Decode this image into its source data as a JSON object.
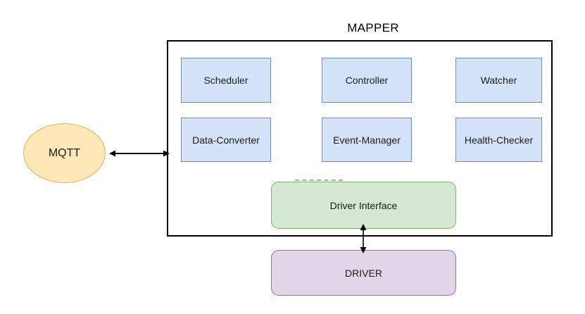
{
  "diagram": {
    "title": "MAPPER",
    "container": {
      "label": "MAPPER",
      "components": [
        {
          "label": "Scheduler",
          "row": 1,
          "col": 1
        },
        {
          "label": "Controller",
          "row": 1,
          "col": 2
        },
        {
          "label": "Watcher",
          "row": 1,
          "col": 3
        },
        {
          "label": "Data-Converter",
          "row": 2,
          "col": 1
        },
        {
          "label": "Event-Manager",
          "row": 2,
          "col": 2
        },
        {
          "label": "Health-Checker",
          "row": 2,
          "col": 3
        }
      ],
      "driver_interface": {
        "label": "Driver Interface"
      }
    },
    "external": {
      "mqtt": {
        "label": "MQTT"
      },
      "driver": {
        "label": "DRIVER"
      }
    },
    "connectors": [
      {
        "name": "mqtt-to-mapper",
        "type": "double-arrow",
        "orientation": "horizontal"
      },
      {
        "name": "driver-interface-to-driver",
        "type": "double-arrow",
        "orientation": "vertical"
      }
    ],
    "colors": {
      "component_fill": "#d4e3f9",
      "component_border": "#6c8ebf",
      "driver_interface_fill": "#d5e8d4",
      "driver_interface_border": "#82b366",
      "driver_fill": "#e1d5e7",
      "driver_border": "#9673a6",
      "mqtt_fill": "#ffe8b8",
      "mqtt_border": "#d6b656",
      "container_border": "#000000",
      "arrow": "#000000"
    }
  }
}
